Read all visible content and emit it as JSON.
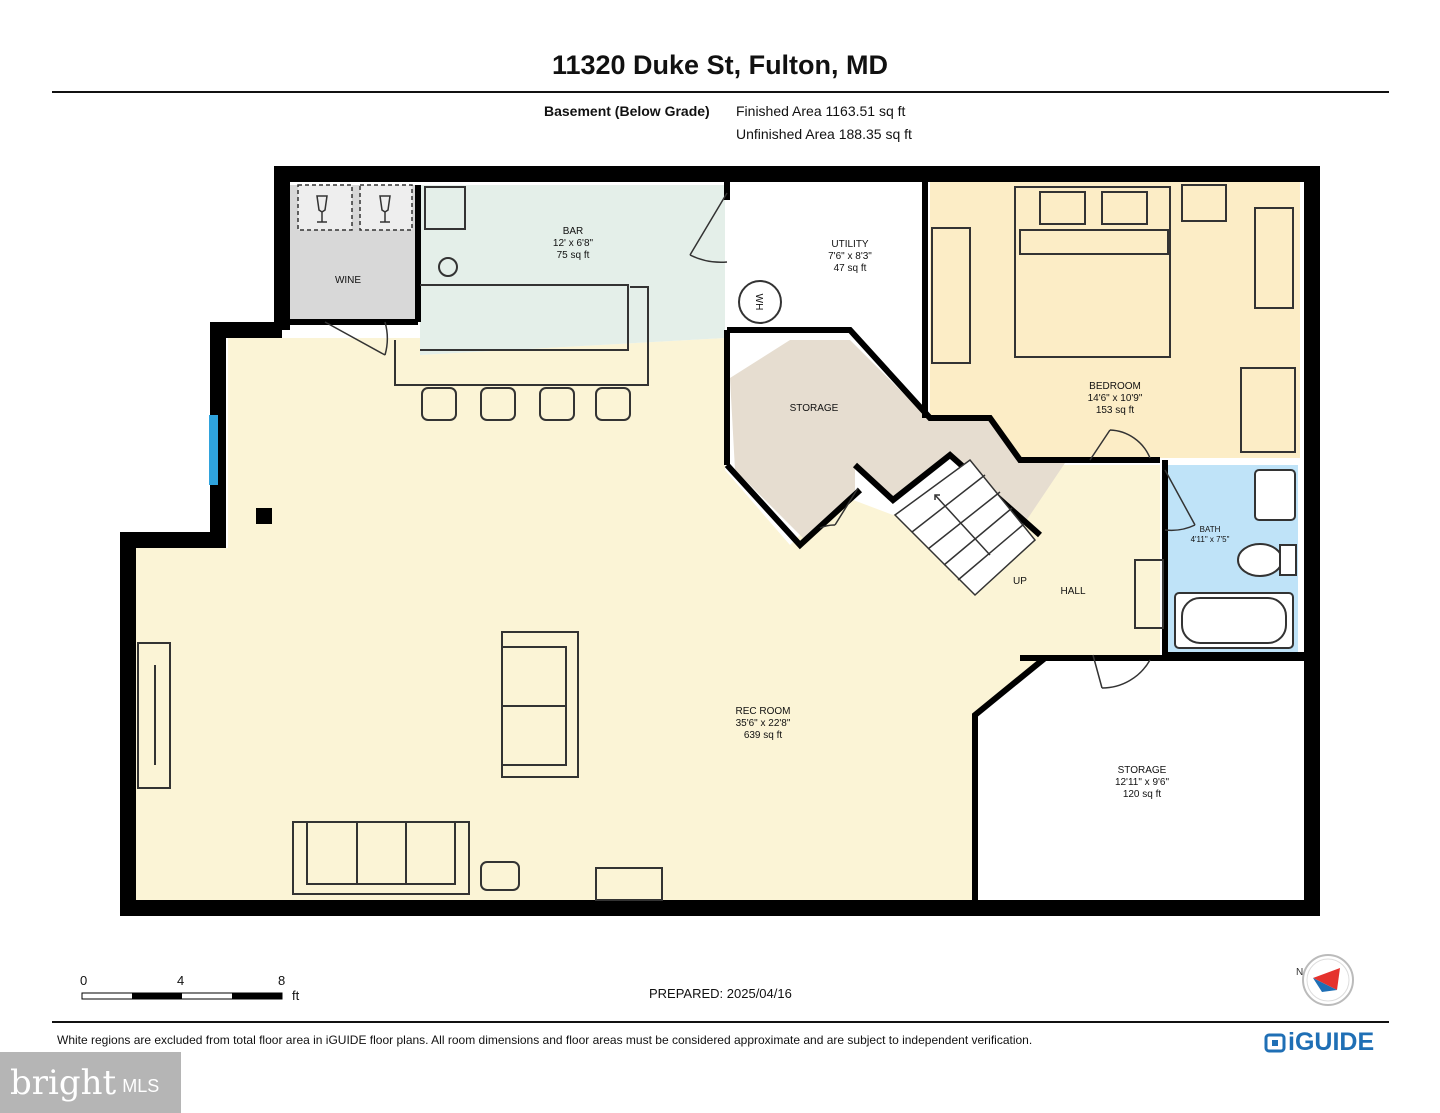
{
  "header": {
    "title": "11320 Duke St, Fulton, MD",
    "level_label": "Basement (Below Grade)",
    "finished_area": "Finished Area 1163.51 sq ft",
    "unfinished_area": "Unfinished Area 188.35 sq ft"
  },
  "rooms": {
    "wine": {
      "name": "WINE"
    },
    "bar": {
      "name": "BAR",
      "dims": "12' x 6'8\"",
      "area": "75 sq ft"
    },
    "utility": {
      "name": "UTILITY",
      "dims": "7'6\" x 8'3\"",
      "area": "47 sq ft"
    },
    "water_heater": {
      "name": "WH"
    },
    "bedroom": {
      "name": "BEDROOM",
      "dims": "14'6\" x 10'9\"",
      "area": "153 sq ft"
    },
    "storage_small": {
      "name": "STORAGE"
    },
    "bath": {
      "name": "BATH",
      "dims": "4'11\" x 7'5\""
    },
    "hall": {
      "name": "HALL"
    },
    "stairs": {
      "name": "UP"
    },
    "rec_room": {
      "name": "REC ROOM",
      "dims": "35'6\" x 22'8\"",
      "area": "639 sq ft"
    },
    "storage_large": {
      "name": "STORAGE",
      "dims": "12'11\" x 9'6\"",
      "area": "120 sq ft"
    }
  },
  "scale_bar": {
    "labels": [
      "0",
      "4",
      "8"
    ],
    "unit": "ft"
  },
  "prepared": "PREPARED: 2025/04/16",
  "compass": {
    "north_label": "N"
  },
  "footer": {
    "disclaimer": "White regions are excluded from total floor area in iGUIDE floor plans. All room dimensions and floor areas must be considered approximate and are subject to independent verification.",
    "brand": "iGUIDE",
    "mls_brand_main": "bright",
    "mls_brand_sub": "MLS"
  },
  "colors": {
    "rec_room": "#fbf4d6",
    "bar": "#e4efe9",
    "bedroom": "#fcedc6",
    "bath": "#bfe3f8",
    "storage_small": "#e6ddd0",
    "wine": "#d8d8d8",
    "wall": "#000000",
    "window": "#2fa3dd",
    "brand_blue": "#1f6fb5"
  }
}
